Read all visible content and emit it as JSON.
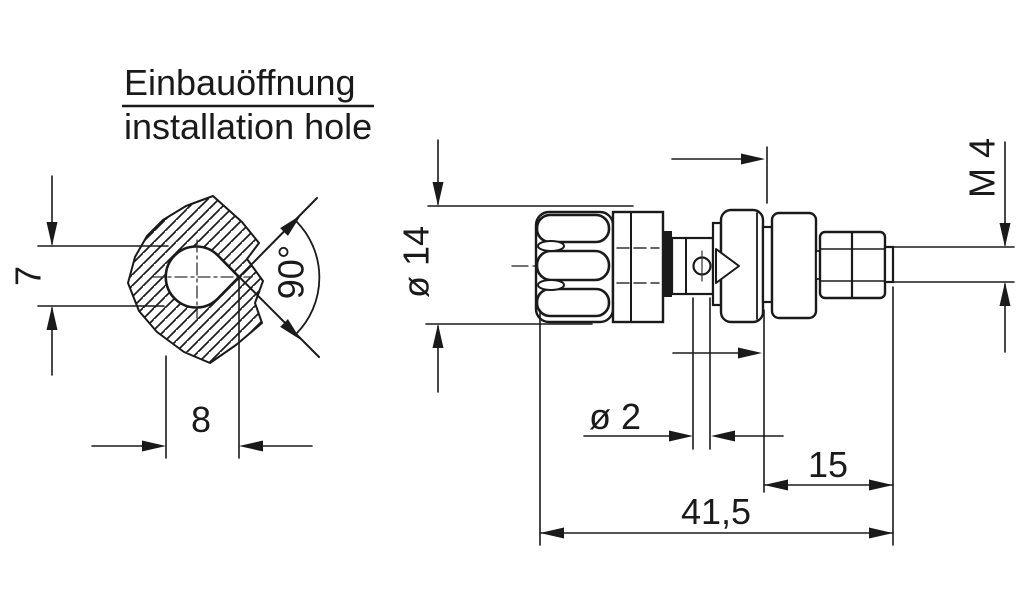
{
  "title": {
    "line1": "Einbauöffnung",
    "line2": "installation hole"
  },
  "left_figure": {
    "description": "panel cutout front view",
    "dim_height": "7",
    "dim_width": "8",
    "dim_angle": "90°"
  },
  "right_figure": {
    "description": "binding post side view",
    "dim_knob_diameter": "ø 14",
    "dim_wire_hole": "ø 2",
    "dim_thread": "M 4",
    "dim_stud_length": "15",
    "dim_overall_length": "41,5"
  },
  "colors": {
    "line": "#1a1a1a",
    "background": "#ffffff"
  }
}
